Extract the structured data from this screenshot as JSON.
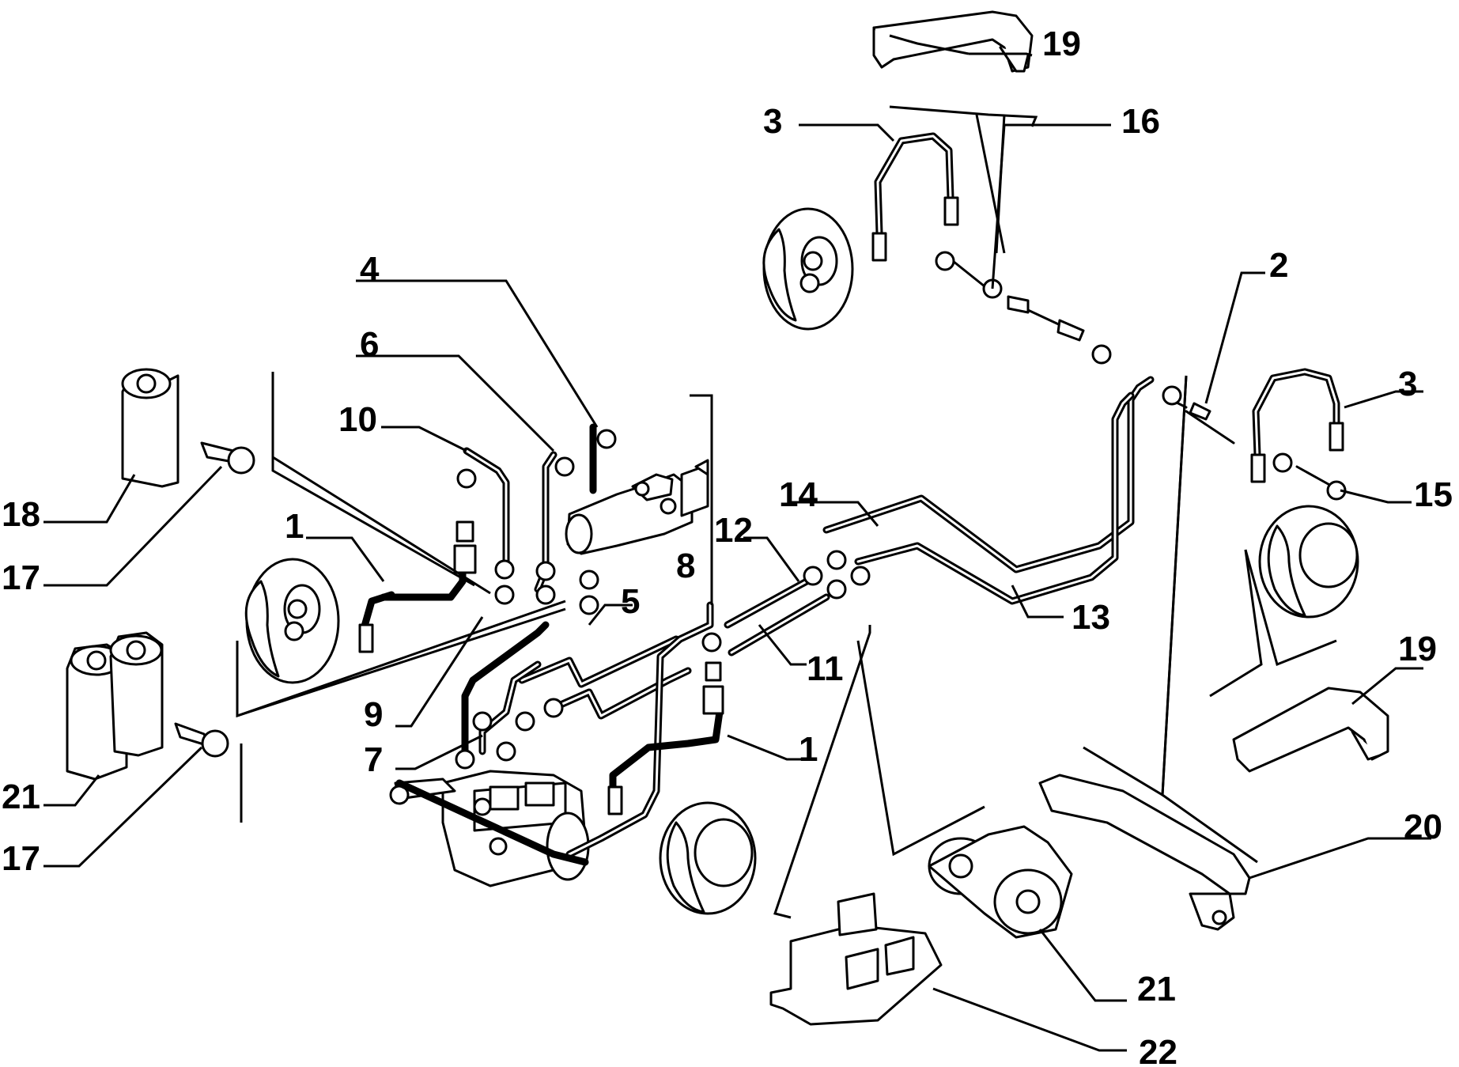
{
  "callouts": [
    {
      "id": "c-19a",
      "text": "19"
    },
    {
      "id": "c-16",
      "text": "16"
    },
    {
      "id": "c-3a",
      "text": "3"
    },
    {
      "id": "c-2",
      "text": "2"
    },
    {
      "id": "c-3b",
      "text": "3"
    },
    {
      "id": "c-15",
      "text": "15"
    },
    {
      "id": "c-4",
      "text": "4"
    },
    {
      "id": "c-6",
      "text": "6"
    },
    {
      "id": "c-10",
      "text": "10"
    },
    {
      "id": "c-1a",
      "text": "1"
    },
    {
      "id": "c-18",
      "text": "18"
    },
    {
      "id": "c-17a",
      "text": "17"
    },
    {
      "id": "c-14",
      "text": "14"
    },
    {
      "id": "c-12",
      "text": "12"
    },
    {
      "id": "c-8",
      "text": "8"
    },
    {
      "id": "c-5",
      "text": "5"
    },
    {
      "id": "c-13",
      "text": "13"
    },
    {
      "id": "c-11",
      "text": "11"
    },
    {
      "id": "c-9",
      "text": "9"
    },
    {
      "id": "c-7",
      "text": "7"
    },
    {
      "id": "c-1b",
      "text": "1"
    },
    {
      "id": "c-19b",
      "text": "19"
    },
    {
      "id": "c-21a",
      "text": "21"
    },
    {
      "id": "c-17b",
      "text": "17"
    },
    {
      "id": "c-20",
      "text": "20"
    },
    {
      "id": "c-21b",
      "text": "21"
    },
    {
      "id": "c-22",
      "text": "22"
    }
  ]
}
